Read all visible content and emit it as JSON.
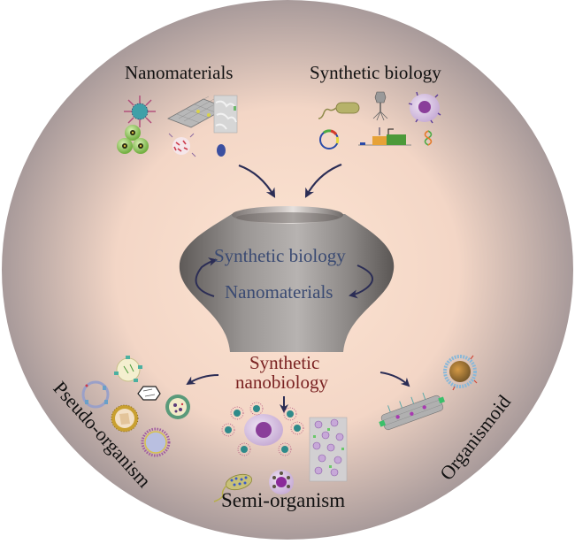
{
  "diagram": {
    "title": "Synthetic nanobiology concept",
    "colors": {
      "circle_center": "#fde4d2",
      "circle_edge": "#a89a9a",
      "arrow": "#2b2d55",
      "pot_text": "#3a4a72",
      "center_text": "#7a2222",
      "label_text": "#111111",
      "pot_body": "#8e8a88"
    },
    "top_left": {
      "label": "Nanomaterials",
      "icons": [
        "antibody-nanoparticle-icon",
        "graphene-sheet-icon",
        "porous-material-icon",
        "radioactive-nanocluster-icon",
        "polymer-nanoparticle-icon",
        "nanodot-icon"
      ]
    },
    "top_right": {
      "label": "Synthetic biology",
      "icons": [
        "bacterium-icon",
        "bacteriophage-icon",
        "immune-cell-icon",
        "plasmid-icon",
        "gene-circuit-icon",
        "dna-helix-icon"
      ]
    },
    "pot": {
      "line1": "Synthetic biology",
      "line2": "Nanomaterials"
    },
    "center": {
      "line1": "Synthetic",
      "line2": "nanobiology"
    },
    "outputs": [
      {
        "label": "Pseudo-organism",
        "icons": [
          "virus-like-particle-icon",
          "ring-vesicle-icon",
          "crystal-icon",
          "layered-vesicle-icon",
          "core-shell-particle-icon",
          "liposome-icon"
        ]
      },
      {
        "label": "Semi-organism",
        "icons": [
          "cell-nanoparticle-hybrid-icon",
          "cell-array-icon",
          "decorated-bacterium-icon",
          "decorated-cell-icon"
        ]
      },
      {
        "label": "Organismoid",
        "icons": [
          "lipid-coated-particle-icon",
          "dna-origami-tube-icon"
        ]
      }
    ]
  }
}
